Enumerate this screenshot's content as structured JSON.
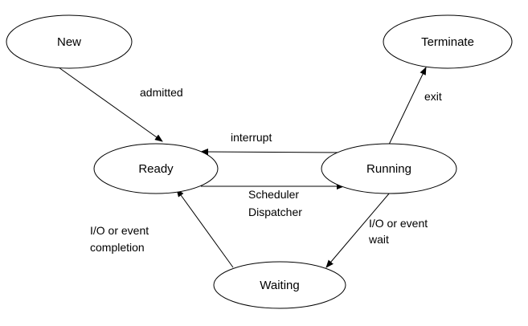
{
  "states": {
    "new": "New",
    "terminate": "Terminate",
    "ready": "Ready",
    "running": "Running",
    "waiting": "Waiting"
  },
  "transitions": {
    "admitted": "admitted",
    "interrupt": "interrupt",
    "exit": "exit",
    "scheduler_line1": "Scheduler",
    "scheduler_line2": "Dispatcher",
    "io_wait_line1": "I/O  or event",
    "io_wait_line2": "wait",
    "io_completion_line1": "I/O  or event",
    "io_completion_line2": "completion"
  },
  "colors": {
    "stroke": "#000000",
    "fill": "#ffffff",
    "background": "#ffffff"
  }
}
